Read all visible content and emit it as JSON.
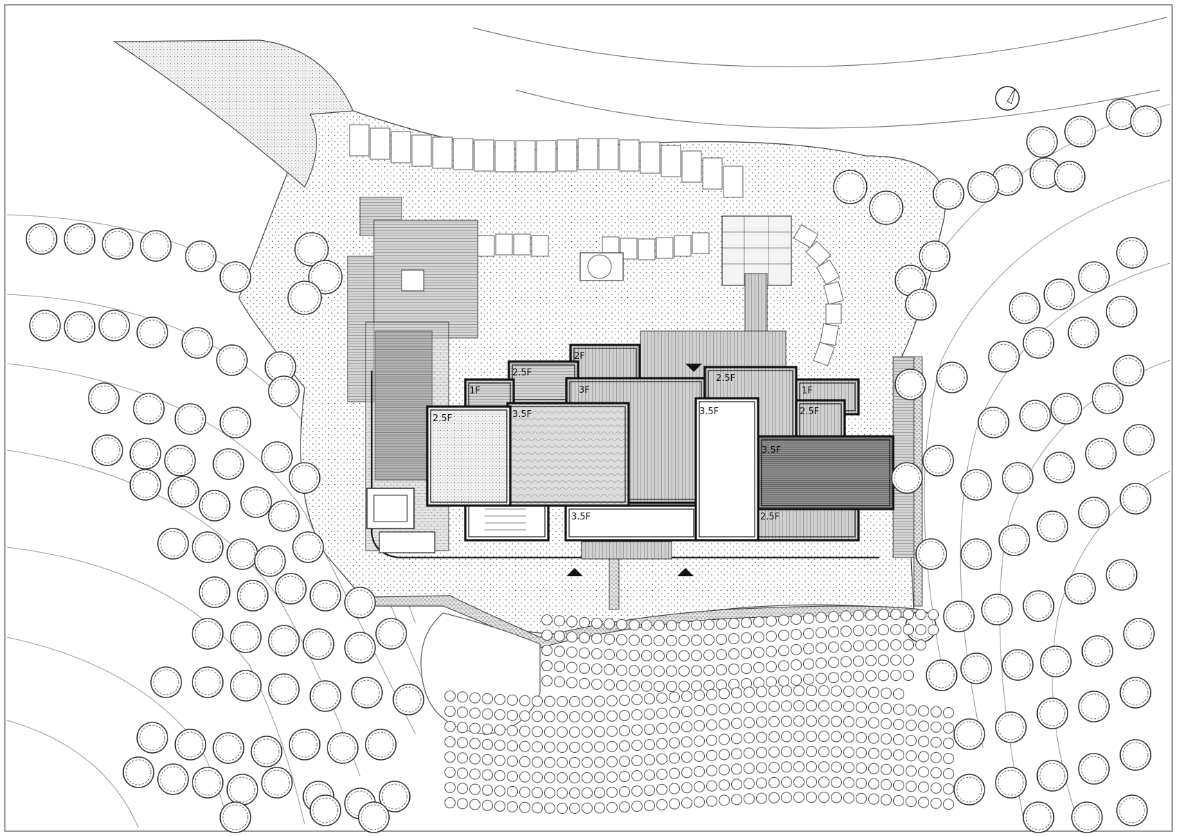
{
  "site_plan": {
    "north_arrow_icon": "north-arrow-icon",
    "colors": {
      "line": "#111111",
      "paving": "#eeeeee",
      "roof_mid": "#cfcfcf",
      "roof_dark": "#8f8f8f"
    },
    "floor_labels": [
      {
        "id": "block-nw-2f",
        "label": "2F"
      },
      {
        "id": "block-nw-2-5f",
        "label": "2.5F"
      },
      {
        "id": "block-west-1f",
        "label": "1F"
      },
      {
        "id": "block-west-2-5f",
        "label": "2.5F"
      },
      {
        "id": "block-center-3f",
        "label": "3F"
      },
      {
        "id": "block-center-3-5f",
        "label": "3.5F"
      },
      {
        "id": "block-south-3-5f",
        "label": "3.5F"
      },
      {
        "id": "block-tower-3-5f",
        "label": "3.5F"
      },
      {
        "id": "block-ne-2-5f",
        "label": "2.5F"
      },
      {
        "id": "block-east-1f",
        "label": "1F"
      },
      {
        "id": "block-east-2-5f",
        "label": "2.5F"
      },
      {
        "id": "block-east-3-5f",
        "label": "3.5F"
      },
      {
        "id": "block-se-2-5f",
        "label": "2.5F"
      }
    ]
  }
}
